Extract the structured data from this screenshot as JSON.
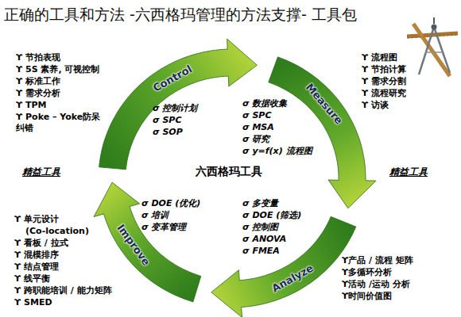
{
  "diagram": {
    "title": "正确的工具和方法 -六西格玛管理的方法支撑- 工具包",
    "nodes": [
      {
        "text": [
          "Control"
        ]
      },
      {
        "text": [
          "Measure"
        ]
      },
      {
        "text": [
          "Analyze"
        ]
      },
      {
        "text": [
          "Improve"
        ]
      }
    ],
    "labels": [
      "ϒ 节拍表现",
      "ϒ 5S 素养, 可视控制",
      "ϒ 标准工作",
      "ϒ 需求分析",
      "ϒ TPM",
      "ϒ Poke – Yoke防呆纠错",
      "σ 控制计划",
      "σ SPC",
      "σ SOP",
      "σ 数据收集",
      "σ SPC",
      "σ MSA",
      "σ 研究",
      "σ y=f(x) 流程图",
      "ϒ 流程图",
      "ϒ 节拍计算",
      "ϒ 需求分割",
      "ϒ 流程研究",
      "ϒ 访谈",
      "精益工具",
      "六西格玛工具",
      "精益工具",
      "σ DOE (优化)",
      "σ 培训",
      "σ 变革管理",
      "σ 多变量",
      "σ DOE (筛选)",
      "σ 控制图",
      "σ ANOVA",
      "σ FMEA",
      "ϒ 单元设计",
      "(Co-location)",
      "ϒ 看板 / 拉式",
      "ϒ 混模排序",
      "ϒ 结点管理",
      "ϒ 线平衡",
      "ϒ 跨职能培训 / 能力矩阵",
      "ϒ SMED",
      "ϒ产品 / 流程 矩阵",
      "ϒ多循环分析",
      "ϒ活动 /运动 分析",
      "ϒ时间价值图"
    ]
  }
}
